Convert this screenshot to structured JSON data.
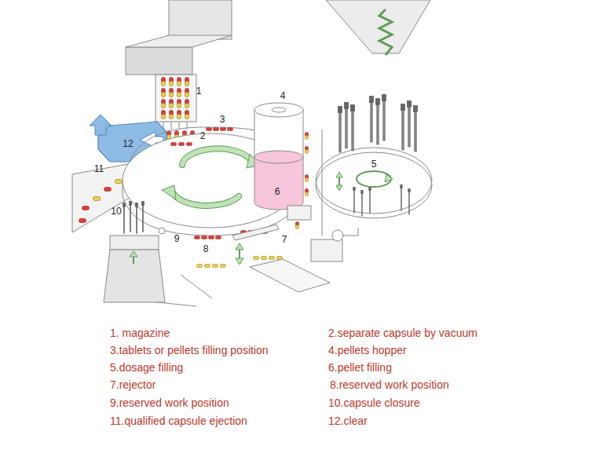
{
  "diagram": {
    "labels": [
      "1",
      "2",
      "3",
      "4",
      "5",
      "6",
      "7",
      "8",
      "9",
      "10",
      "11",
      "12",
      "1. magazine",
      "2.separate capsule by vacuum",
      "3.tablets or pellets filling position",
      "4.pellets hopper",
      "5.dosage filling",
      "6.pellet filling",
      "7.rejector",
      "8.reserved work position",
      "9.reserved work position",
      "10.capsule closure",
      "11.qualified capsule ejection",
      "12.clear"
    ]
  }
}
